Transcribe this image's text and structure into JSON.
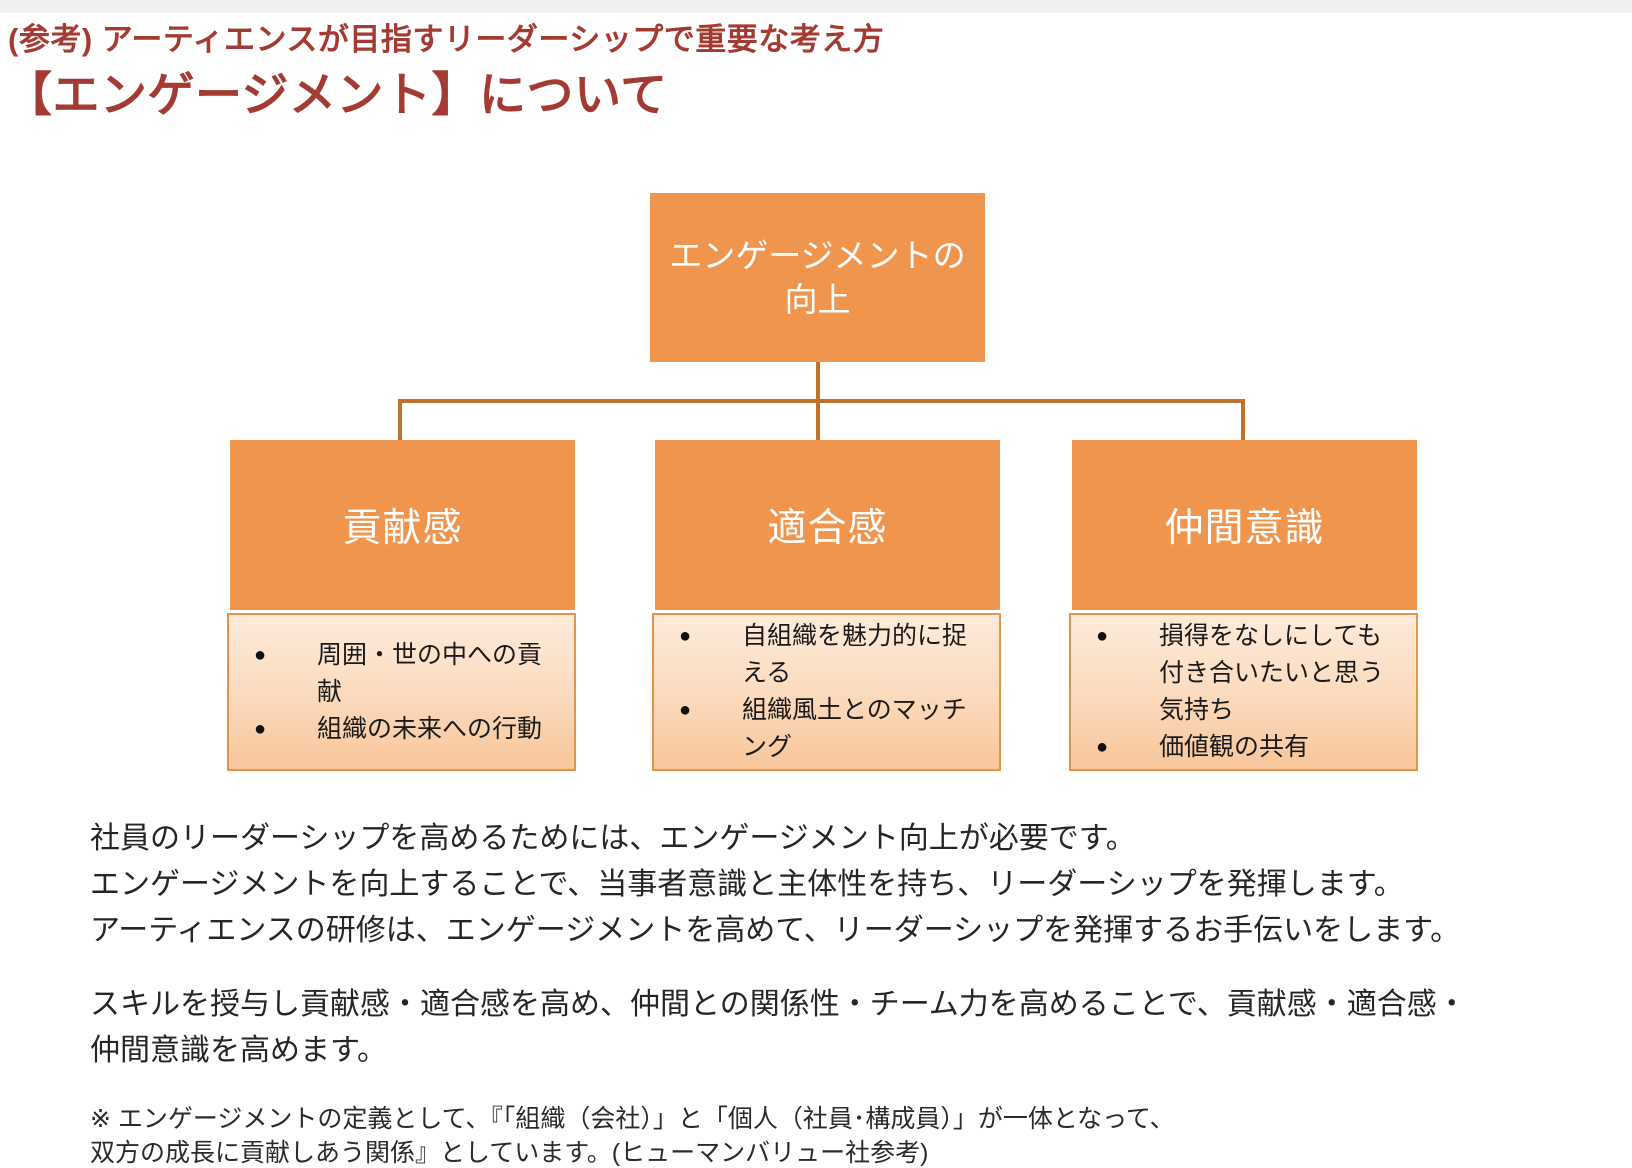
{
  "header": {
    "title_line1": "(参考) アーティエンスが目指すリーダーシップで重要な考え方",
    "title_line2": "【エンゲージメント】について"
  },
  "ui": {
    "bullet_char": "●"
  },
  "colors": {
    "title_red": "#A33B32",
    "box_orange": "#F0954E",
    "connector_brown": "#C0712D",
    "content_gradient_top": "#FDEBDB",
    "content_gradient_bottom": "#F8C69B",
    "content_border": "#E2934E",
    "body_text": "#262626"
  },
  "diagram": {
    "root": {
      "line1": "エンゲージメントの",
      "line2": "向上"
    },
    "children": [
      {
        "title": "貢献感",
        "bullets": [
          "周囲・世の中への貢献",
          "組織の未来への行動"
        ]
      },
      {
        "title": "適合感",
        "bullets": [
          "自組織を魅力的に捉える",
          "組織風土とのマッチング"
        ]
      },
      {
        "title": "仲間意識",
        "bullets": [
          "損得をなしにしても付き合いたいと思う気持ち",
          "価値観の共有"
        ]
      }
    ]
  },
  "body": {
    "p1": [
      "社員のリーダーシップを高めるためには、エンゲージメント向上が必要です。",
      "エンゲージメントを向上することで、当事者意識と主体性を持ち、リーダーシップを発揮します。",
      "アーティエンスの研修は、エンゲージメントを高めて、リーダーシップを発揮するお手伝いをします。"
    ],
    "p2": [
      "スキルを授与し貢献感・適合感を高め、仲間との関係性・チーム力を高めることで、貢献感・適合感・",
      "仲間意識を高めます。"
    ],
    "footnote": [
      "※ エンゲージメントの定義として、『「組織（会社）」と「個人（社員･構成員）」が一体となって、",
      "双方の成長に貢献しあう関係』としています。(ヒューマンバリュー社参考)"
    ]
  }
}
